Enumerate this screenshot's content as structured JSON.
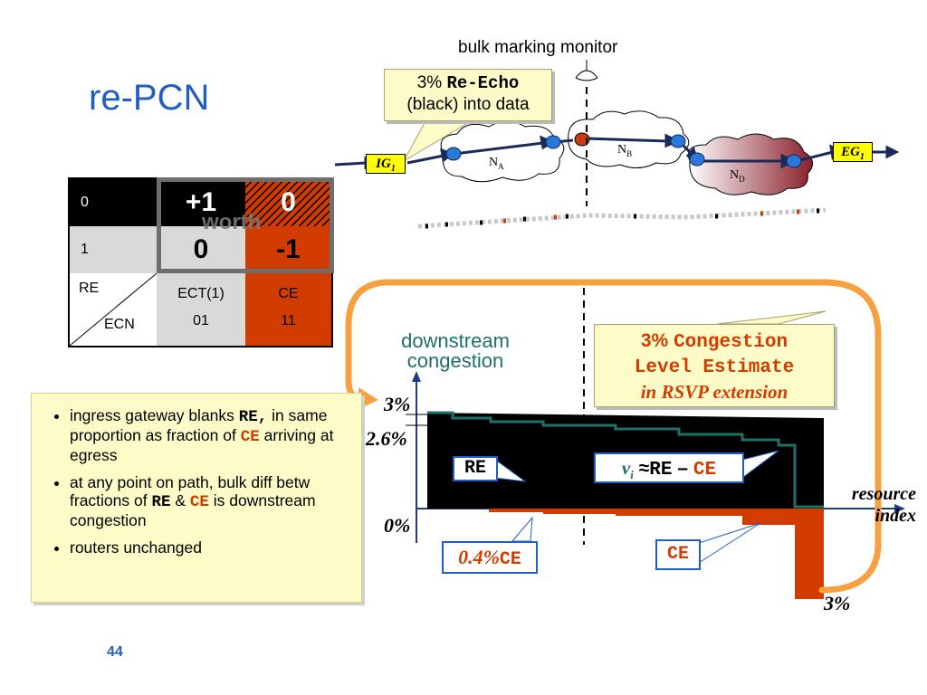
{
  "title": "re-PCN",
  "slide_number": "44",
  "monitor_label": "bulk marking monitor",
  "reecho_callout": {
    "pct": "3%",
    "code": "Re-Echo",
    "line2": "(black) into data"
  },
  "nodes": {
    "ig": "IG",
    "ig_sub": "1",
    "eg": "EG",
    "eg_sub": "1",
    "na": "N",
    "na_sub": "A",
    "nb": "N",
    "nb_sub": "B",
    "nd": "N",
    "nd_sub": "D"
  },
  "table": {
    "row0_label": "0",
    "row1_label": "1",
    "re_label": "RE",
    "ecn_label": "ECN",
    "r0c1": "+1",
    "r0c2": "0",
    "r1c1": "0",
    "r1c2": "-1",
    "worth": "worth",
    "col1_name": "ECT(1)",
    "col1_code": "01",
    "col2_name": "CE",
    "col2_code": "11"
  },
  "bullets": {
    "b1_pre": "ingress gateway blanks ",
    "b1_code": "RE,",
    "b1_mid": " in same proportion as fraction of ",
    "b1_code2": "CE",
    "b1_post": " arriving at egress",
    "b2_pre": "at any point on path, bulk diff betw fractions of ",
    "b2_code": "RE",
    "b2_amp": " & ",
    "b2_code2": "CE",
    "b2_post": " is downstream congestion",
    "b3": "routers unchanged"
  },
  "graph": {
    "ylabel1": "downstream",
    "ylabel2": "congestion",
    "y_top": "3%",
    "y_mid": "2.6%",
    "y_zero": "0%",
    "xlabel1": "resource",
    "xlabel2": "index",
    "re_box": "RE",
    "vi": "v",
    "vi_sub": "i",
    "approx": "≈",
    "vi_re": "RE",
    "minus": "–",
    "vi_ce": "CE",
    "pct04": "0.4%",
    "pct04_code": "CE",
    "ce_box": "CE",
    "bottom_pct": "3%"
  },
  "cle_callout": {
    "pct": "3%",
    "code1": "Congestion",
    "code2": "Level Estimate",
    "line3": "in RSVP extension"
  },
  "colors": {
    "accent_blue": "#1f5fbf",
    "ce_orange": "#d23c00",
    "arrow_orange": "#f7a040",
    "callout_bg": "#fdfbc8",
    "teal": "#1f6f6a"
  }
}
